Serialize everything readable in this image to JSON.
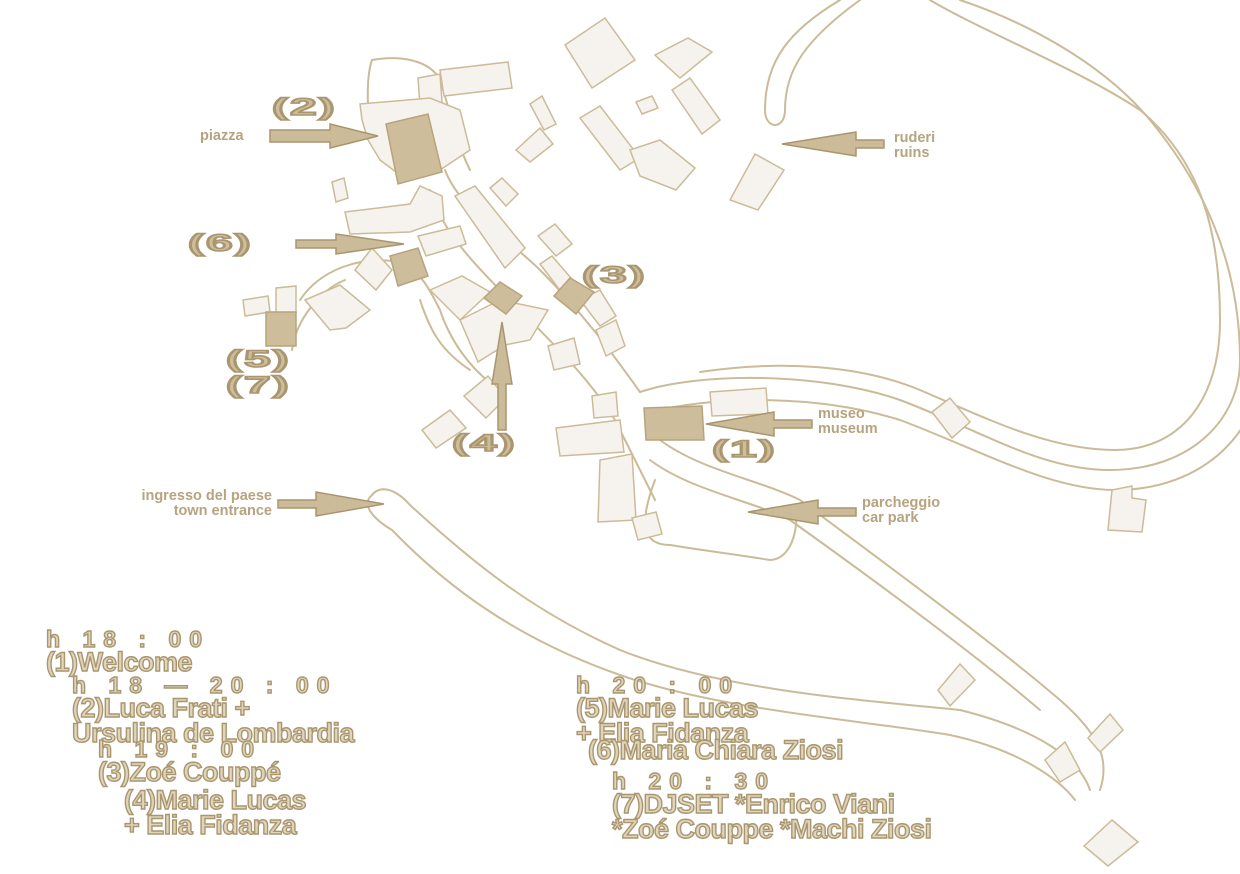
{
  "map": {
    "labels": {
      "piazza": "piazza",
      "ruderi": [
        "ruderi",
        "ruins"
      ],
      "museo": [
        "museo",
        "museum"
      ],
      "ingresso": [
        "ingresso del paese",
        "town entrance"
      ],
      "parcheggio": [
        "parcheggio",
        "car park"
      ]
    },
    "markers": {
      "m1": "(1)",
      "m2": "(2)",
      "m3": "(3)",
      "m4": "(4)",
      "m5": "(5)",
      "m6": "(6)",
      "m7": "(7)"
    },
    "colors": {
      "road": "#cbbb98",
      "building": "#f6f3ee",
      "highlight": "#cdbd9b",
      "label": "#b6a37f"
    }
  },
  "schedule": {
    "t1": "h 18 : 00",
    "a1": "(1)Welcome",
    "t2": "h 18 — 20 : 00",
    "a2": [
      "(2)Luca Frati +",
      "Ursulina de Lombardia"
    ],
    "t3": "h 19 : 00",
    "a3": "(3)Zoé Couppé",
    "a4": [
      "(4)Marie Lucas",
      "+ Elia Fidanza"
    ],
    "t5": "h 20 : 00",
    "a5": [
      "(5)Marie Lucas",
      "+ Elia Fidanza"
    ],
    "a6": "(6)Maria Chiara Ziosi",
    "t7": "h 20 : 30",
    "a7": [
      "(7)DJSET *Enrico Viani",
      "*Zoé Couppe *Machi Ziosi"
    ]
  }
}
